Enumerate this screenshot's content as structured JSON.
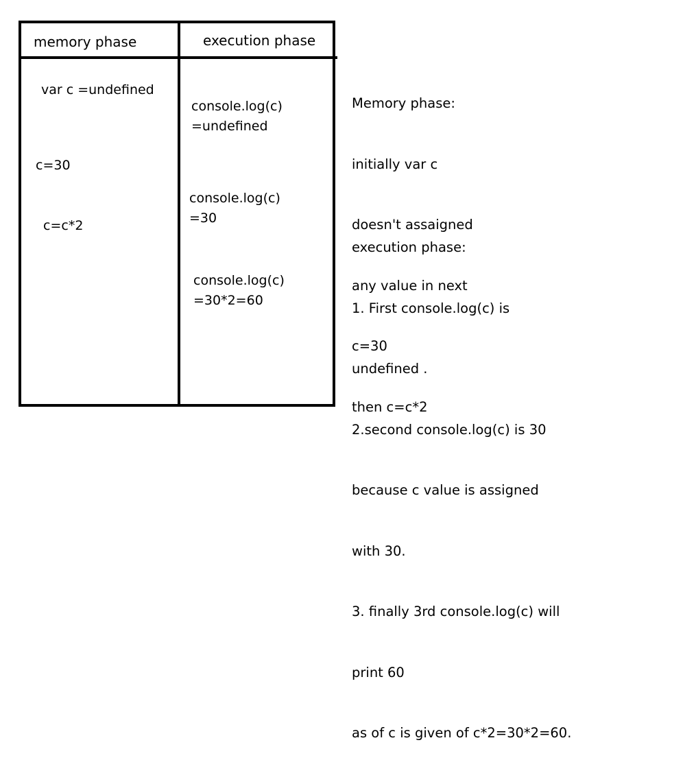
{
  "table": {
    "headers": {
      "memory": "memory phase",
      "execution": "execution phase"
    },
    "memory_column": [
      "var c =undefined",
      "c=30",
      "c=c*2"
    ],
    "execution_column": [
      "console.log(c)\n=undefined",
      "console.log(c)\n=30",
      "console.log(c)\n=30*2=60"
    ]
  },
  "explanation": {
    "memory": {
      "lines": [
        "Memory phase:",
        "initially var c",
        "doesn't assaigned",
        "any value in next",
        "c=30",
        "then c=c*2"
      ]
    },
    "execution": {
      "lines": [
        "execution phase:",
        "1. First console.log(c) is",
        "undefined .",
        "2.second console.log(c) is 30",
        "because c value is assigned",
        "with 30.",
        "3. finally 3rd console.log(c) will",
        "print 60",
        "as of c is given of c*2=30*2=60."
      ]
    }
  }
}
